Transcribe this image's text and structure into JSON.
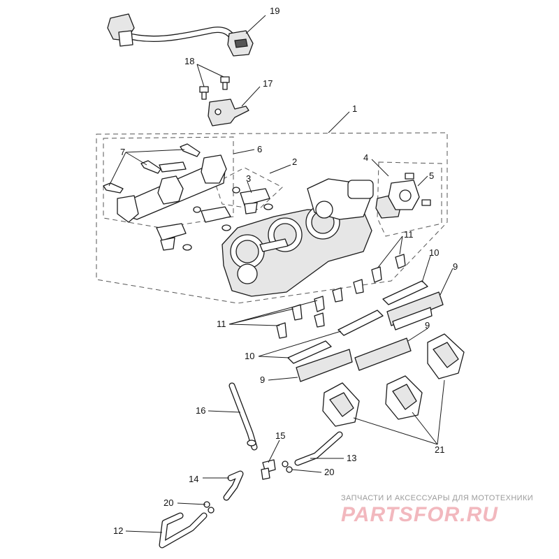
{
  "callouts": {
    "c1": "1",
    "c2": "2",
    "c3": "3",
    "c4": "4",
    "c5": "5",
    "c6": "6",
    "c7": "7",
    "c9a": "9",
    "c9b": "9",
    "c9c": "9",
    "c10a": "10",
    "c10b": "10",
    "c11a": "11",
    "c11b": "11",
    "c12": "12",
    "c13": "13",
    "c14": "14",
    "c15": "15",
    "c16": "16",
    "c17": "17",
    "c18": "18",
    "c19": "19",
    "c20a": "20",
    "c20b": "20",
    "c21": "21"
  },
  "watermark": {
    "tagline": "ЗАПЧАСТИ И АКСЕССУАРЫ ДЛЯ МОТОТЕХНИКИ",
    "logo_text": "PARTSFOR.RU",
    "color": "#e8424f"
  }
}
